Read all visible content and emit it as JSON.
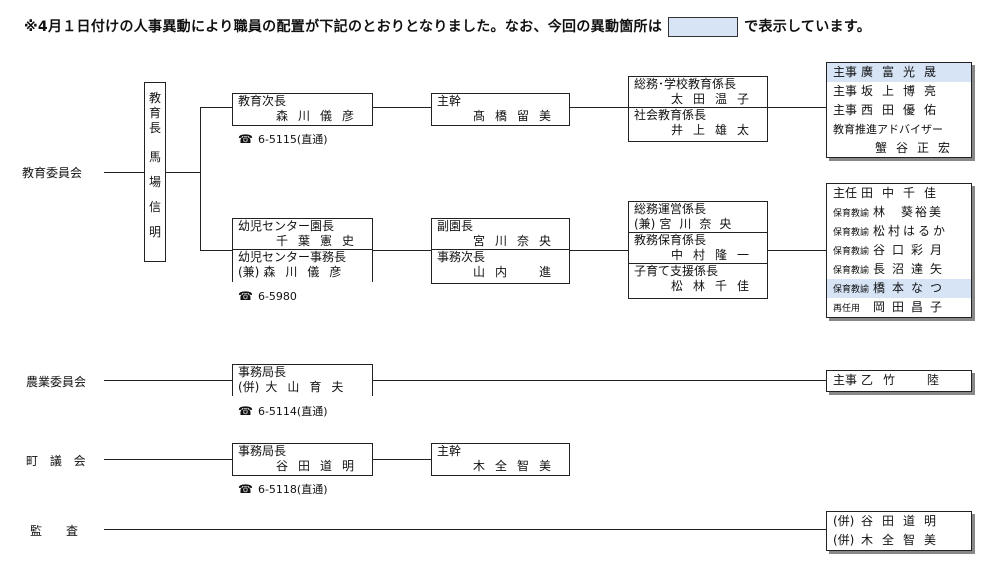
{
  "notice": {
    "before": "※4月１日付けの人事異動により職員の配置が下記のとおりとなりました。なお、今回の異動箇所は",
    "after": "で表示しています。"
  },
  "highlight_color": "#d6e4f6",
  "orgs": {
    "kyoiku": "教育委員会",
    "nogyo": "農業委員会",
    "gikai": "町 議 会",
    "kansa": "監　査"
  },
  "kyoikucho": {
    "title": [
      "教",
      "育",
      "長"
    ],
    "name": [
      "馬",
      "場",
      "信",
      "明"
    ]
  },
  "jicho": {
    "title": "教育次長",
    "name": "森川儀彦",
    "tel": "6-5115(直通)"
  },
  "shukan1": {
    "title": "主幹",
    "name": "髙橋留美"
  },
  "kakari1": {
    "a_title": "総務･学校教育係長",
    "a_name": "太田温子",
    "b_title": "社会教育係長",
    "b_name": "井上雄太"
  },
  "staff1": [
    {
      "title": "主事",
      "name": "廣富光晟",
      "hl": true
    },
    {
      "title": "主事",
      "name": "坂上博亮",
      "hl": false
    },
    {
      "title": "主事",
      "name": "西田優佑",
      "hl": false
    },
    {
      "title": "教育推進アドバイザー",
      "name": "",
      "hl": false
    },
    {
      "title": "",
      "name": "蟹谷正宏",
      "hl": false
    }
  ],
  "enchou": {
    "a_title": "幼児センター園長",
    "a_name": "千葉憲史",
    "b_title": "幼児センター事務長",
    "b_prefix": "(兼)",
    "b_name": "森川儀彦",
    "tel": "6-5980"
  },
  "fukuencho": {
    "a_title": "副園長",
    "a_name": "宮川奈央",
    "b_title": "事務次長",
    "b_name": "山内　進"
  },
  "kakari2": {
    "a_title": "総務運営係長",
    "a_prefix": "(兼)",
    "a_name": "宮川奈央",
    "b_title": "教務保育係長",
    "b_name": "中村隆一",
    "c_title": "子育て支援係長",
    "c_name": "松林千佳"
  },
  "staff2": [
    {
      "title": "主任",
      "name": "田中千佳",
      "small": false,
      "hl": false
    },
    {
      "title": "保育教諭",
      "name": "林　葵裕美",
      "small": true,
      "hl": false
    },
    {
      "title": "保育教諭",
      "name": "松村はるか",
      "small": true,
      "hl": false
    },
    {
      "title": "保育教諭",
      "name": "谷口彩月",
      "small": true,
      "hl": false
    },
    {
      "title": "保育教諭",
      "name": "長沼達矢",
      "small": true,
      "hl": false
    },
    {
      "title": "保育教諭",
      "name": "橋本なつ",
      "small": true,
      "hl": true
    },
    {
      "title": "再任用",
      "name": "岡田昌子",
      "small": true,
      "hl": false
    }
  ],
  "nogyo_box": {
    "title": "事務局長",
    "prefix": "(併)",
    "name": "大山育夫",
    "tel": "6-5114(直通)"
  },
  "nogyo_staff": {
    "title": "主事",
    "name": "乙竹　陸"
  },
  "gikai_box": {
    "title": "事務局長",
    "name": "谷田道明",
    "tel": "6-5118(直通)"
  },
  "gikai_shukan": {
    "title": "主幹",
    "name": "木全智美"
  },
  "kansa_staff": [
    {
      "prefix": "(併)",
      "name": "谷田道明"
    },
    {
      "prefix": "(併)",
      "name": "木全智美"
    }
  ],
  "phone_icon": "☎"
}
